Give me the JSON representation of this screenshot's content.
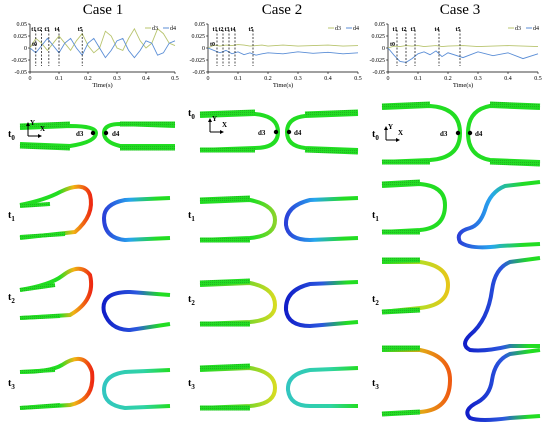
{
  "cases": [
    {
      "title": "Case 1",
      "marker_labels": [
        "t1",
        "t2",
        "t3",
        "t4",
        "t5"
      ],
      "marker_times": [
        0.02,
        0.04,
        0.065,
        0.1,
        0.18
      ],
      "t_colors": [
        "#ef2a13",
        "#ee2a12",
        "#e6221a"
      ]
    },
    {
      "title": "Case 2",
      "marker_labels": [
        "t1",
        "t2",
        "t3",
        "t4",
        "t5"
      ],
      "marker_times": [
        0.03,
        0.05,
        0.07,
        0.09,
        0.15
      ],
      "t_colors": [
        "#39c83a",
        "#d6dc22",
        "#cbd12a"
      ]
    },
    {
      "title": "Case 3",
      "marker_labels": [
        "t1",
        "t2",
        "t3",
        "t4",
        "t5"
      ],
      "marker_times": [
        0.03,
        0.06,
        0.09,
        0.17,
        0.24
      ],
      "t_colors": [
        "#3cc83a",
        "#a4dc26",
        "#ef6a12"
      ]
    }
  ],
  "row_labels": [
    {
      "base": "t",
      "sub": "0"
    },
    {
      "base": "t",
      "sub": "1"
    },
    {
      "base": "t",
      "sub": "2"
    },
    {
      "base": "t",
      "sub": "3"
    }
  ],
  "probe_labels": {
    "d3": "d3",
    "d4": "d4"
  },
  "axis_letters": {
    "x": "X",
    "y": "Y"
  },
  "colors": {
    "d3": "#b8c46e",
    "d4": "#5b8ed6",
    "tube": "#22dd22",
    "grid_marker": "#000000"
  },
  "chart_data": [
    {
      "type": "line",
      "title": "Case 1",
      "xlabel": "Time(s)",
      "ylabel": "",
      "xlim": [
        0,
        0.5
      ],
      "ylim": [
        -0.05,
        0.05
      ],
      "xticks": [
        "0",
        "0.1",
        "0.2",
        "0.3",
        "0.4",
        "0.5"
      ],
      "yticks": [
        "0.05",
        "0.025",
        "0",
        "-0.025",
        "-0.05"
      ],
      "legend": "top-right",
      "series": [
        {
          "name": "d3",
          "x": [
            0,
            0.02,
            0.04,
            0.06,
            0.08,
            0.1,
            0.12,
            0.14,
            0.16,
            0.18,
            0.2,
            0.22,
            0.24,
            0.26,
            0.28,
            0.3,
            0.32,
            0.34,
            0.36,
            0.38,
            0.4,
            0.42,
            0.44,
            0.46,
            0.48,
            0.5
          ],
          "values": [
            0,
            0.02,
            0.01,
            -0.005,
            0.01,
            0.025,
            0.01,
            -0.005,
            0.015,
            0.03,
            0.005,
            -0.01,
            0.0,
            0.035,
            0.025,
            0.0,
            -0.005,
            0.02,
            0.04,
            0.015,
            0.0,
            0.01,
            0.04,
            0.03,
            0.01,
            0.005
          ]
        },
        {
          "name": "d4",
          "x": [
            0,
            0.02,
            0.04,
            0.06,
            0.08,
            0.1,
            0.12,
            0.14,
            0.16,
            0.18,
            0.2,
            0.22,
            0.24,
            0.26,
            0.28,
            0.3,
            0.32,
            0.34,
            0.36,
            0.38,
            0.4,
            0.42,
            0.44,
            0.46,
            0.48,
            0.5
          ],
          "values": [
            0,
            -0.01,
            0.005,
            0.02,
            0.005,
            -0.01,
            0.01,
            0.02,
            0.0,
            -0.015,
            0.01,
            0.02,
            0.0,
            -0.02,
            -0.005,
            0.015,
            0.02,
            -0.005,
            -0.02,
            -0.005,
            0.015,
            0.01,
            -0.015,
            -0.01,
            0.01,
            0.015
          ]
        }
      ]
    },
    {
      "type": "line",
      "title": "Case 2",
      "xlabel": "Time(s)",
      "ylabel": "",
      "xlim": [
        0,
        0.5
      ],
      "ylim": [
        -0.05,
        0.05
      ],
      "xticks": [
        "0",
        "0.1",
        "0.2",
        "0.3",
        "0.4",
        "0.5"
      ],
      "yticks": [
        "0.05",
        "0.025",
        "0",
        "-0.025",
        "-0.05"
      ],
      "legend": "top-right",
      "series": [
        {
          "name": "d3",
          "x": [
            0,
            0.02,
            0.04,
            0.06,
            0.08,
            0.1,
            0.12,
            0.14,
            0.16,
            0.18,
            0.2,
            0.25,
            0.3,
            0.35,
            0.4,
            0.45,
            0.5
          ],
          "values": [
            0,
            0.006,
            0.004,
            0.006,
            0.005,
            0.007,
            0.006,
            0.004,
            0.005,
            0.006,
            0.004,
            0.006,
            0.004,
            0.005,
            0.006,
            0.004,
            0.005
          ]
        },
        {
          "name": "d4",
          "x": [
            0,
            0.02,
            0.04,
            0.06,
            0.08,
            0.1,
            0.12,
            0.14,
            0.16,
            0.18,
            0.2,
            0.25,
            0.3,
            0.35,
            0.4,
            0.45,
            0.5
          ],
          "values": [
            0,
            -0.005,
            -0.01,
            -0.005,
            -0.012,
            -0.008,
            -0.014,
            -0.01,
            -0.015,
            -0.012,
            -0.01,
            -0.012,
            -0.008,
            -0.011,
            -0.009,
            -0.012,
            -0.01
          ]
        }
      ]
    },
    {
      "type": "line",
      "title": "Case 3",
      "xlabel": "Time(s)",
      "ylabel": "",
      "xlim": [
        0,
        0.5
      ],
      "ylim": [
        -0.05,
        0.05
      ],
      "xticks": [
        "0",
        "0.1",
        "0.2",
        "0.3",
        "0.4",
        "0.5"
      ],
      "yticks": [
        "0.05",
        "0.025",
        "0",
        "-0.025",
        "-0.05"
      ],
      "legend": "top-right",
      "series": [
        {
          "name": "d3",
          "x": [
            0,
            0.02,
            0.04,
            0.06,
            0.08,
            0.1,
            0.12,
            0.14,
            0.16,
            0.18,
            0.2,
            0.25,
            0.3,
            0.35,
            0.4,
            0.45,
            0.5
          ],
          "values": [
            0,
            0.004,
            0.003,
            0.005,
            0.004,
            0.005,
            0.003,
            0.004,
            0.005,
            0.003,
            0.004,
            0.005,
            0.003,
            0.004,
            0.005,
            0.004,
            0.003
          ]
        },
        {
          "name": "d4",
          "x": [
            0,
            0.02,
            0.04,
            0.06,
            0.08,
            0.1,
            0.12,
            0.14,
            0.16,
            0.18,
            0.2,
            0.25,
            0.3,
            0.35,
            0.4,
            0.45,
            0.5
          ],
          "values": [
            0,
            -0.015,
            -0.028,
            -0.03,
            -0.022,
            -0.012,
            -0.008,
            -0.014,
            -0.006,
            -0.018,
            -0.01,
            -0.02,
            -0.008,
            -0.016,
            -0.01,
            -0.022,
            -0.012
          ]
        }
      ]
    }
  ]
}
